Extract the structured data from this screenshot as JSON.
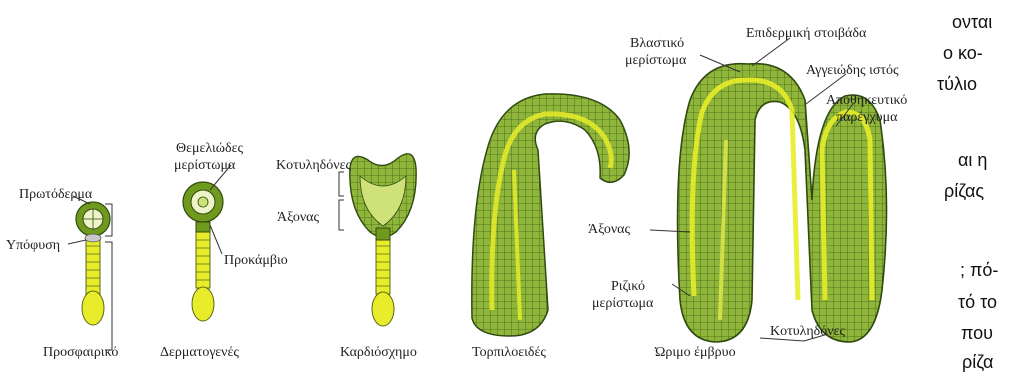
{
  "diagram": {
    "stages": [
      {
        "name": "Προσφαιρικό"
      },
      {
        "name": "Δερματογενές"
      },
      {
        "name": "Καρδιόσχημο"
      },
      {
        "name": "Τορπιλοειδές"
      },
      {
        "name": "Ώριμο έμβρυο"
      }
    ],
    "labels": {
      "protoderma": "Πρωτόδερμα",
      "ypofysi": "Υπόφυση",
      "themeliodes_1": "Θεμελιώδες",
      "themeliodes_2": "μερίστωμα",
      "prokamvio": "Προκάμβιο",
      "kotylidones_heart": "Κοτυληδόνες",
      "axonas_heart": "Άξονας",
      "vlastiko_1": "Βλαστικό",
      "vlastiko_2": "μερίστωμα",
      "epidermiki": "Επιδερμική στοιβάδα",
      "aggeiodis": "Αγγειώδης ιστός",
      "apothikeftiko_1": "Αποθηκευτικό",
      "apothikeftiko_2": "παρέγχυμα",
      "axonas_mature": "Άξονας",
      "riziko_1": "Ριζικό",
      "riziko_2": "μερίστωμα",
      "kotylidones_mature": "Κοτυληδόνες"
    },
    "colors": {
      "dark_green": "#6f9a1e",
      "light_green": "#cfe27a",
      "yellow": "#e8ec2a",
      "outline": "#2f4a10"
    }
  },
  "side_text": [
    "ονται",
    "ο κο-",
    "τύλιο",
    "αι η",
    "ρίζας",
    "; πό-",
    "τό το",
    "που",
    "ρίζα"
  ]
}
